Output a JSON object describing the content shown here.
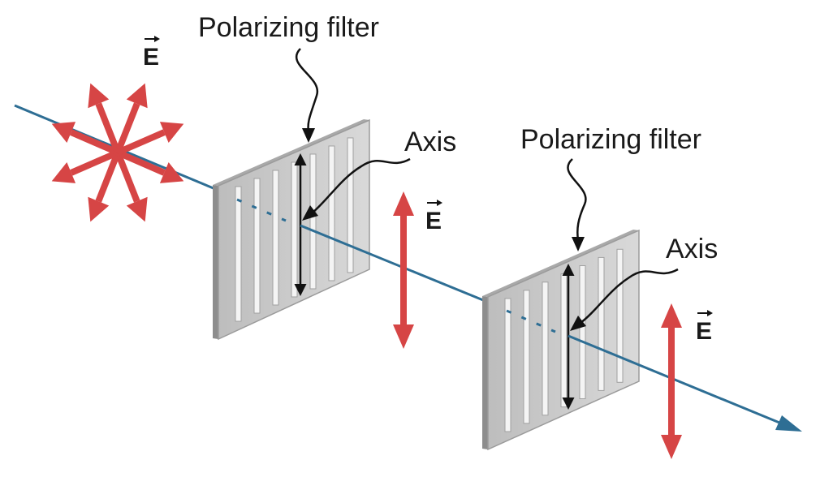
{
  "labels": {
    "filter1": "Polarizing filter",
    "axis1": "Axis",
    "filter2": "Polarizing filter",
    "axis2": "Axis",
    "e_unpolarized": "E",
    "e_after_first": "E",
    "e_after_second": "E"
  },
  "colors": {
    "beam": "#2e6e94",
    "field_arrow": "#d64545",
    "filter_face": "#c7c7c7",
    "filter_edge": "#9b9b9b",
    "slit": "#f4f4f4",
    "text": "#1a1a1a"
  }
}
